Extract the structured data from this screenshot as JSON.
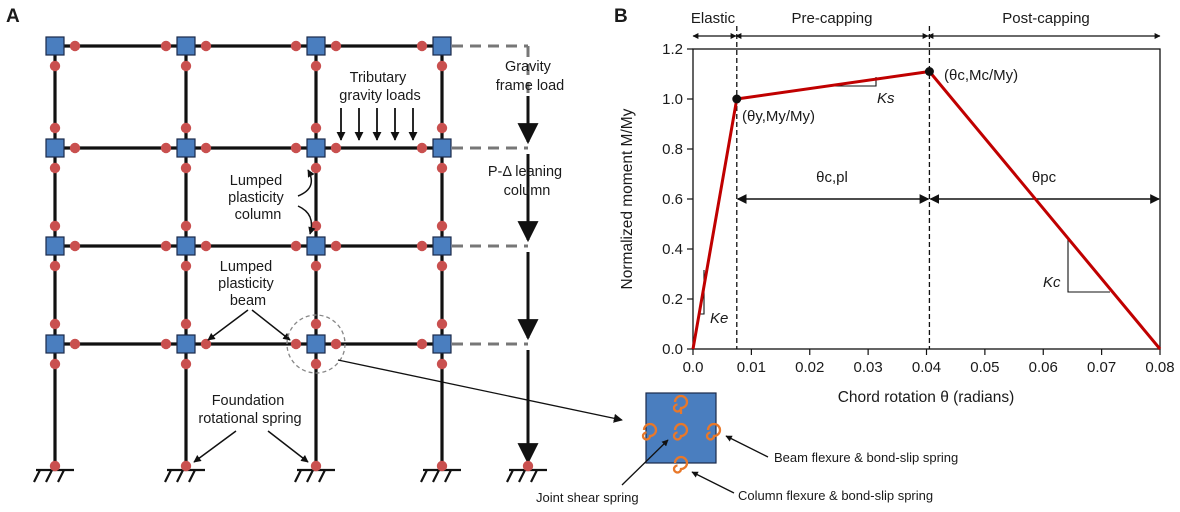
{
  "panel_a": {
    "label": "A",
    "annotations": {
      "gravity_frame_load": [
        "Gravity",
        "frame load"
      ],
      "tributary_loads": [
        "Tributary",
        "gravity loads"
      ],
      "leaning_column": [
        "P-Δ leaning",
        "column"
      ],
      "lp_column": [
        "Lumped",
        "plasticity",
        "column"
      ],
      "lp_beam": [
        "Lumped",
        "plasticity",
        "beam"
      ],
      "foundation_spring": [
        "Foundation",
        "rotational spring"
      ]
    },
    "joint_detail": {
      "beam_spring": "Beam flexure & bond-slip spring",
      "column_spring": "Column flexure & bond-slip spring",
      "joint_shear": "Joint shear spring"
    },
    "colors": {
      "joint": "#4a7ebf",
      "hinge": "#c9504f",
      "spring": "#e8782a",
      "frame": "#111111",
      "leaning": "#777777"
    }
  },
  "panel_b": {
    "label": "B",
    "regions": [
      "Elastic",
      "Pre-capping",
      "Post-capping"
    ],
    "annotations": {
      "yield_point": "(θy,My/My)",
      "cap_point": "(θc,Mc/My)",
      "ke": "Ke",
      "ks": "Ks",
      "kc": "Kc",
      "theta_cpl": "θc,pl",
      "theta_pc": "θpc"
    }
  },
  "chart_data": {
    "type": "line",
    "xlabel": "Chord rotation θ (radians)",
    "ylabel": "Normalized moment M/My",
    "xlim": [
      0,
      0.08
    ],
    "ylim": [
      0,
      1.2
    ],
    "xticks": [
      "0.0",
      "0.01",
      "0.02",
      "0.03",
      "0.04",
      "0.05",
      "0.06",
      "0.07",
      "0.08"
    ],
    "yticks": [
      "0.0",
      "0.2",
      "0.4",
      "0.6",
      "0.8",
      "1.0",
      "1.2"
    ],
    "series": [
      {
        "x": [
          0,
          0.0075,
          0.0405,
          0.08
        ],
        "y": [
          0,
          1.0,
          1.11,
          0
        ]
      }
    ],
    "markers": [
      {
        "x": 0.0075,
        "y": 1.0
      },
      {
        "x": 0.0405,
        "y": 1.11
      }
    ],
    "color": "#c00000"
  }
}
